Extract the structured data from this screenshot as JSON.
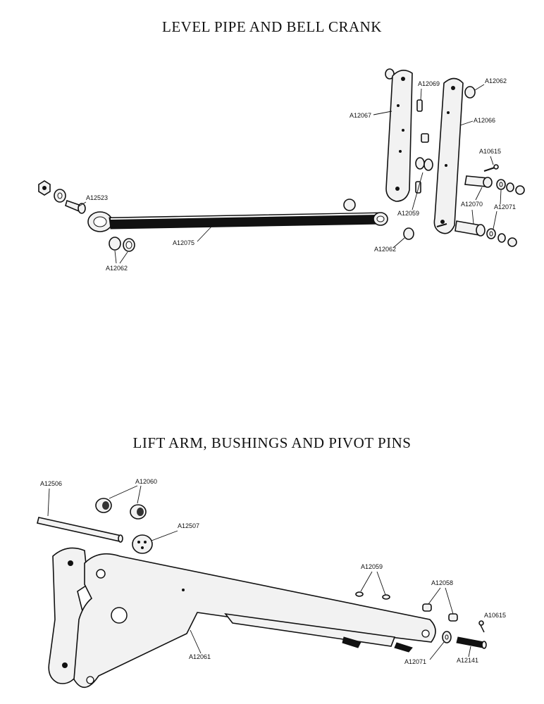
{
  "titles": {
    "top": "LEVEL PIPE AND BELL CRANK",
    "bottom": "LIFT ARM, BUSHINGS AND PIVOT PINS"
  },
  "top_labels": {
    "a12523": "A12523",
    "a12062_left": "A12062",
    "a12075": "A12075",
    "a12069": "A12069",
    "a12067": "A12067",
    "a12062_top": "A12062",
    "a12066": "A12066",
    "a10615": "A10615",
    "a12070": "A12070",
    "a12071": "A12071",
    "a12059": "A12059",
    "a12062_bottom": "A12062"
  },
  "bottom_labels": {
    "a12506": "A12506",
    "a12060": "A12060",
    "a12507": "A12507",
    "a12059": "A12059",
    "a12058": "A12058",
    "a10615": "A10615",
    "a12061": "A12061",
    "a12071": "A12071",
    "a12141": "A12141"
  }
}
